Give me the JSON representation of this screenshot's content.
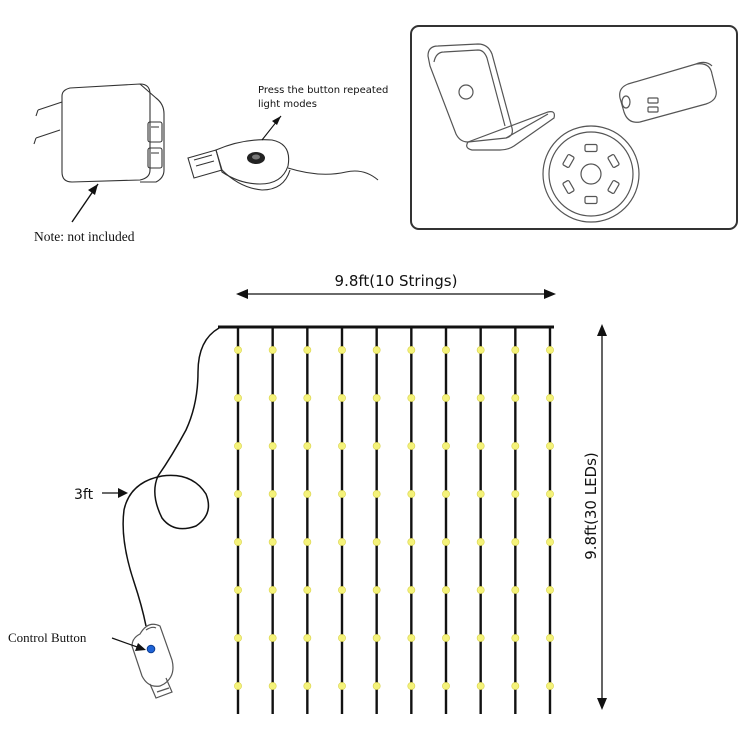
{
  "labels": {
    "press_button_line1": "Press the button repeated",
    "press_button_line2": "light modes",
    "note": "Note: not included",
    "width": "9.8ft(10 Strings)",
    "height": "9.8ft(30 LEDs)",
    "cable_length": "3ft",
    "control_button": "Control Button"
  },
  "curtain": {
    "strings": 10,
    "leds_per_string_visible": 8
  },
  "colors": {
    "line": "#111111",
    "led": "#f4f27a",
    "button_blue": "#1e63d6",
    "panel_border": "#333333"
  }
}
